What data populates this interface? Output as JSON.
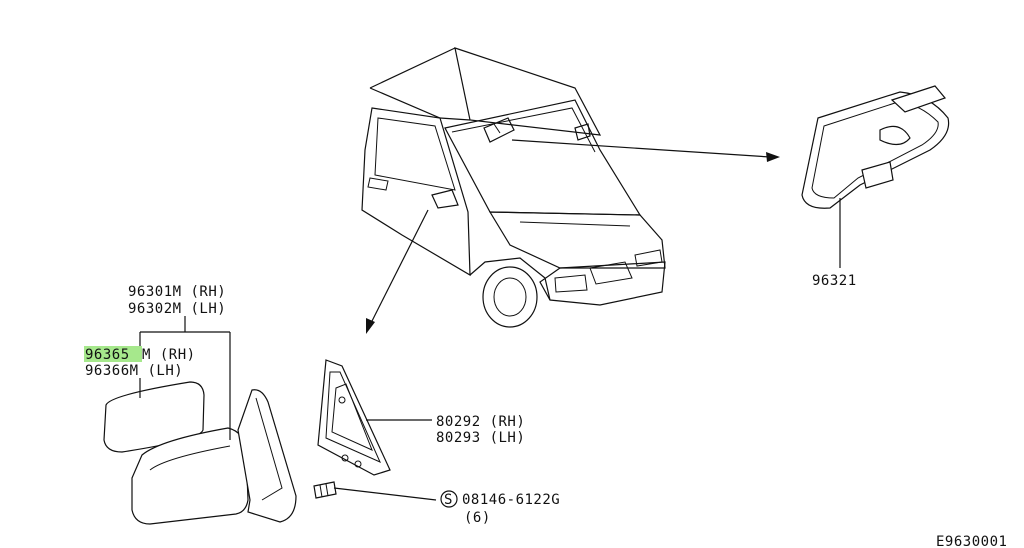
{
  "diagram_code": "E9630001",
  "parts": {
    "door_mirror": {
      "rh": "96301M (RH)",
      "lh": "96302M (LH)"
    },
    "mirror_glass": {
      "rh_number": "96365",
      "rh_suffix": "M (RH)",
      "lh": "96366M (LH)"
    },
    "corner_cover": {
      "rh": "80292 (RH)",
      "lh": "80293 (LH)"
    },
    "screw": {
      "symbol": "S",
      "number": "08146-6122G",
      "qty": "(6)"
    },
    "inside_mirror": {
      "number": "96321"
    }
  },
  "highlight_color": "#a6e88c"
}
